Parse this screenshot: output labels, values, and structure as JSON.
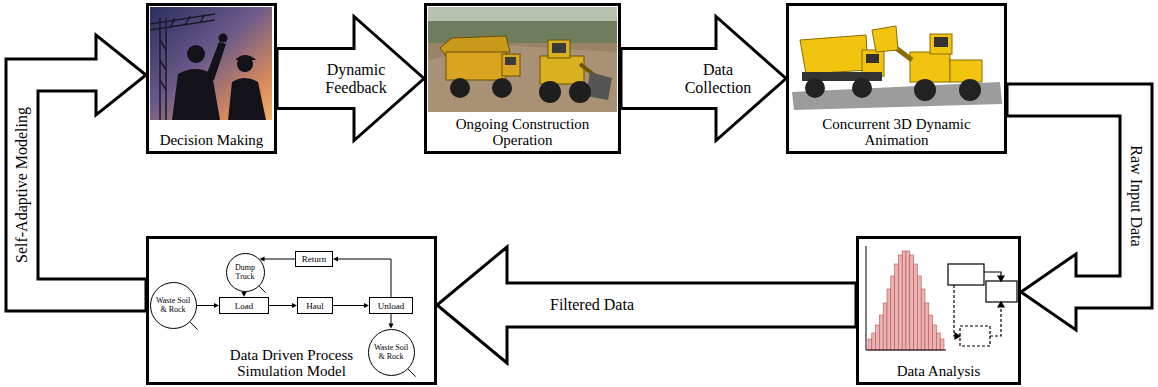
{
  "diagram": {
    "nodes": [
      {
        "text": [
          "Decision Making"
        ]
      },
      {
        "text": [
          "Ongoing Construction Operation"
        ]
      },
      {
        "text": [
          "Concurrent 3D Dynamic Animation"
        ]
      },
      {
        "text": [
          "Data Driven Process Simulation Model"
        ]
      },
      {
        "text": [
          "Dump Truck"
        ],
        "in": 3
      },
      {
        "text": [
          "Return"
        ],
        "in": 3
      },
      {
        "text": [
          "Waste Soil & Rock"
        ],
        "in": 3
      },
      {
        "text": [
          "Load"
        ],
        "in": 3
      },
      {
        "text": [
          "Haul"
        ],
        "in": 3
      },
      {
        "text": [
          "Unload"
        ],
        "in": 3
      },
      {
        "text": [
          "Waste Soil & Rock"
        ],
        "in": 3
      },
      {
        "text": [
          "Data Analysis"
        ]
      }
    ],
    "edges": [
      {
        "from": 0,
        "to": 1,
        "label": "Dynamic Feedback",
        "arrow": "to"
      },
      {
        "from": 1,
        "to": 2,
        "label": "Data Collection",
        "arrow": "to"
      },
      {
        "from": 2,
        "to": 11,
        "label": "Raw Input Data",
        "arrow": "to"
      },
      {
        "from": 11,
        "to": 3,
        "label": "Filtered Data",
        "arrow": "to"
      },
      {
        "from": 3,
        "to": 0,
        "label": "Self-Adaptive Modeling",
        "arrow": "to"
      },
      {
        "from": 6,
        "to": 7,
        "arrow": "to"
      },
      {
        "from": 4,
        "to": 7,
        "arrow": "to"
      },
      {
        "from": 7,
        "to": 8,
        "arrow": "to"
      },
      {
        "from": 8,
        "to": 9,
        "arrow": "to"
      },
      {
        "from": 9,
        "to": 5,
        "arrow": "to"
      },
      {
        "from": 5,
        "to": 4,
        "arrow": "to"
      },
      {
        "from": 9,
        "to": 10,
        "arrow": "to"
      }
    ]
  }
}
